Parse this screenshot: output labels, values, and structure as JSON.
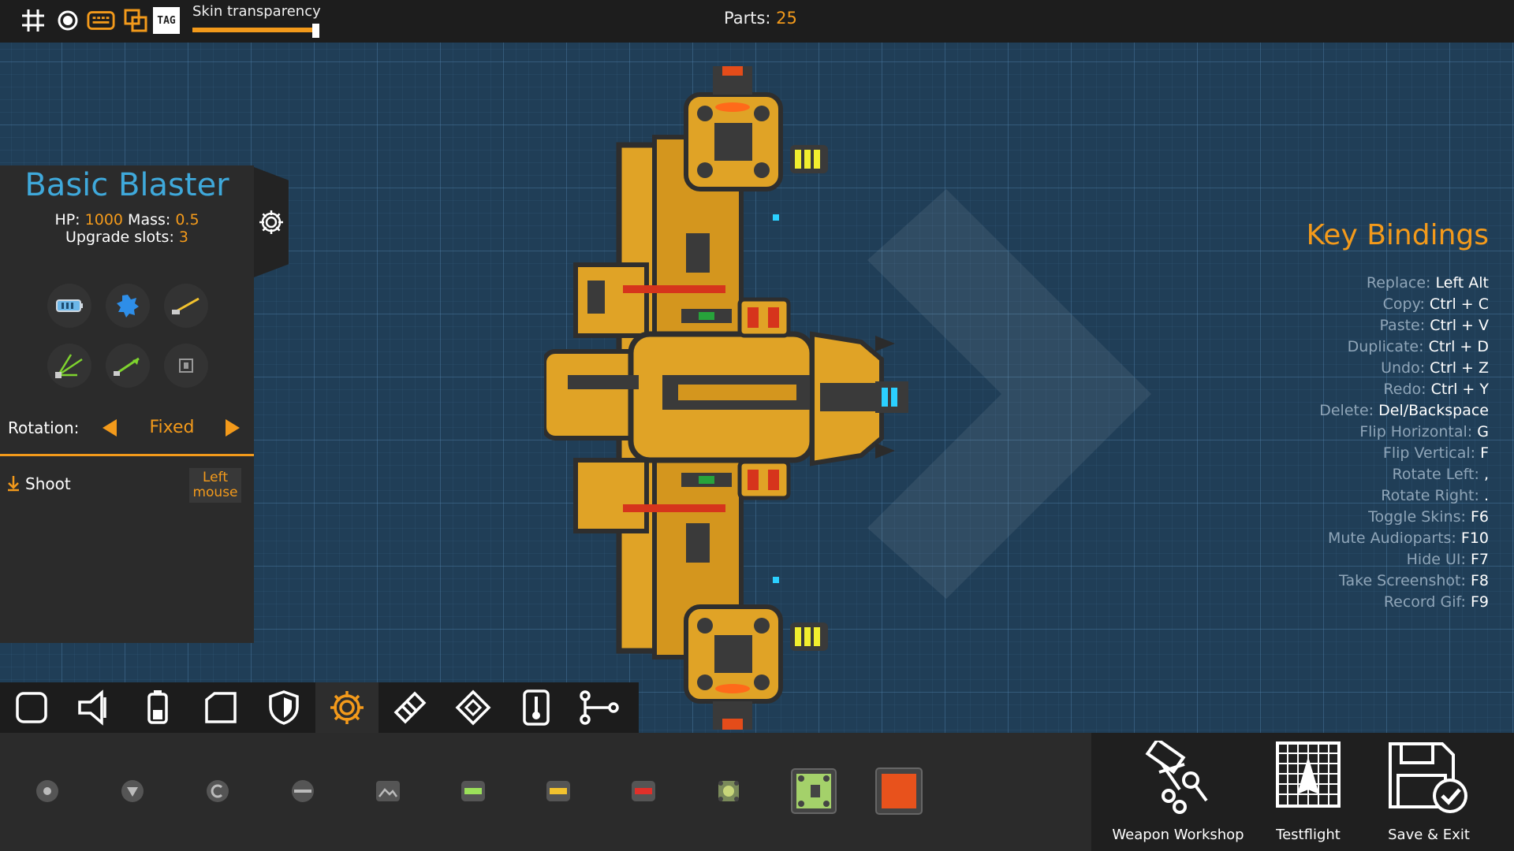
{
  "topbar": {
    "icons": [
      "grid-icon",
      "target-icon",
      "keyboard-icon",
      "layers-icon",
      "tag-icon"
    ],
    "tag_text": "TAG",
    "skin_transparency_label": "Skin transparency",
    "skin_transparency_value": 0.95,
    "parts_label": "Parts:",
    "parts_value": "25"
  },
  "part_panel": {
    "name": "Basic Blaster",
    "hp_label": "HP:",
    "hp_value": "1000",
    "mass_label": "Mass:",
    "mass_value": "0.5",
    "upgrade_label": "Upgrade slots:",
    "upgrade_value": "3",
    "upgrade_icons": [
      "battery-icon",
      "blue-gear-icon",
      "yellow-laser-icon",
      "green-spread-icon",
      "green-arrow-icon",
      "chip-icon"
    ],
    "rotation_label": "Rotation:",
    "rotation_value": "Fixed",
    "control_label": "Shoot",
    "control_key": "Left mouse"
  },
  "key_bindings": {
    "title": "Key Bindings",
    "items": [
      {
        "action": "Replace:",
        "key": "Left Alt"
      },
      {
        "action": "Copy:",
        "key": "Ctrl + C"
      },
      {
        "action": "Paste:",
        "key": "Ctrl + V"
      },
      {
        "action": "Duplicate:",
        "key": "Ctrl + D"
      },
      {
        "action": "Undo:",
        "key": "Ctrl + Z"
      },
      {
        "action": "Redo:",
        "key": "Ctrl + Y"
      },
      {
        "action": "Delete:",
        "key": "Del/Backspace"
      },
      {
        "action": "Flip Horizontal:",
        "key": "G"
      },
      {
        "action": "Flip Vertical:",
        "key": "F"
      },
      {
        "action": "Rotate Left:",
        "key": ","
      },
      {
        "action": "Rotate Right:",
        "key": "."
      },
      {
        "action": "Toggle Skins:",
        "key": "F6"
      },
      {
        "action": "Mute Audioparts:",
        "key": "F10"
      },
      {
        "action": "Hide UI:",
        "key": "F7"
      },
      {
        "action": "Take Screenshot:",
        "key": "F8"
      },
      {
        "action": "Record Gif:",
        "key": "F9"
      }
    ]
  },
  "categories": [
    "hull-icon",
    "thruster-icon",
    "battery-icon",
    "armor-plate-icon",
    "shield-icon",
    "gear-icon",
    "weapon-icon",
    "diamond-icon",
    "thermometer-icon",
    "connector-icon"
  ],
  "active_category": "gear-icon",
  "palette": [
    "round-mount-icon",
    "triangle-mount-icon",
    "c-mount-icon",
    "slot-mount-icon",
    "image-mount-icon",
    "green-light-icon",
    "yellow-light-icon",
    "red-light-icon",
    "small-turret-icon",
    "green-module-icon",
    "orange-block-icon"
  ],
  "actions": {
    "weapon_workshop": "Weapon Workshop",
    "testflight": "Testflight",
    "save_exit": "Save & Exit"
  },
  "colors": {
    "accent": "#f39a1b",
    "title_blue": "#3fa9db",
    "ship_hull": "#e0a326",
    "ship_dark": "#3a3a3a"
  }
}
